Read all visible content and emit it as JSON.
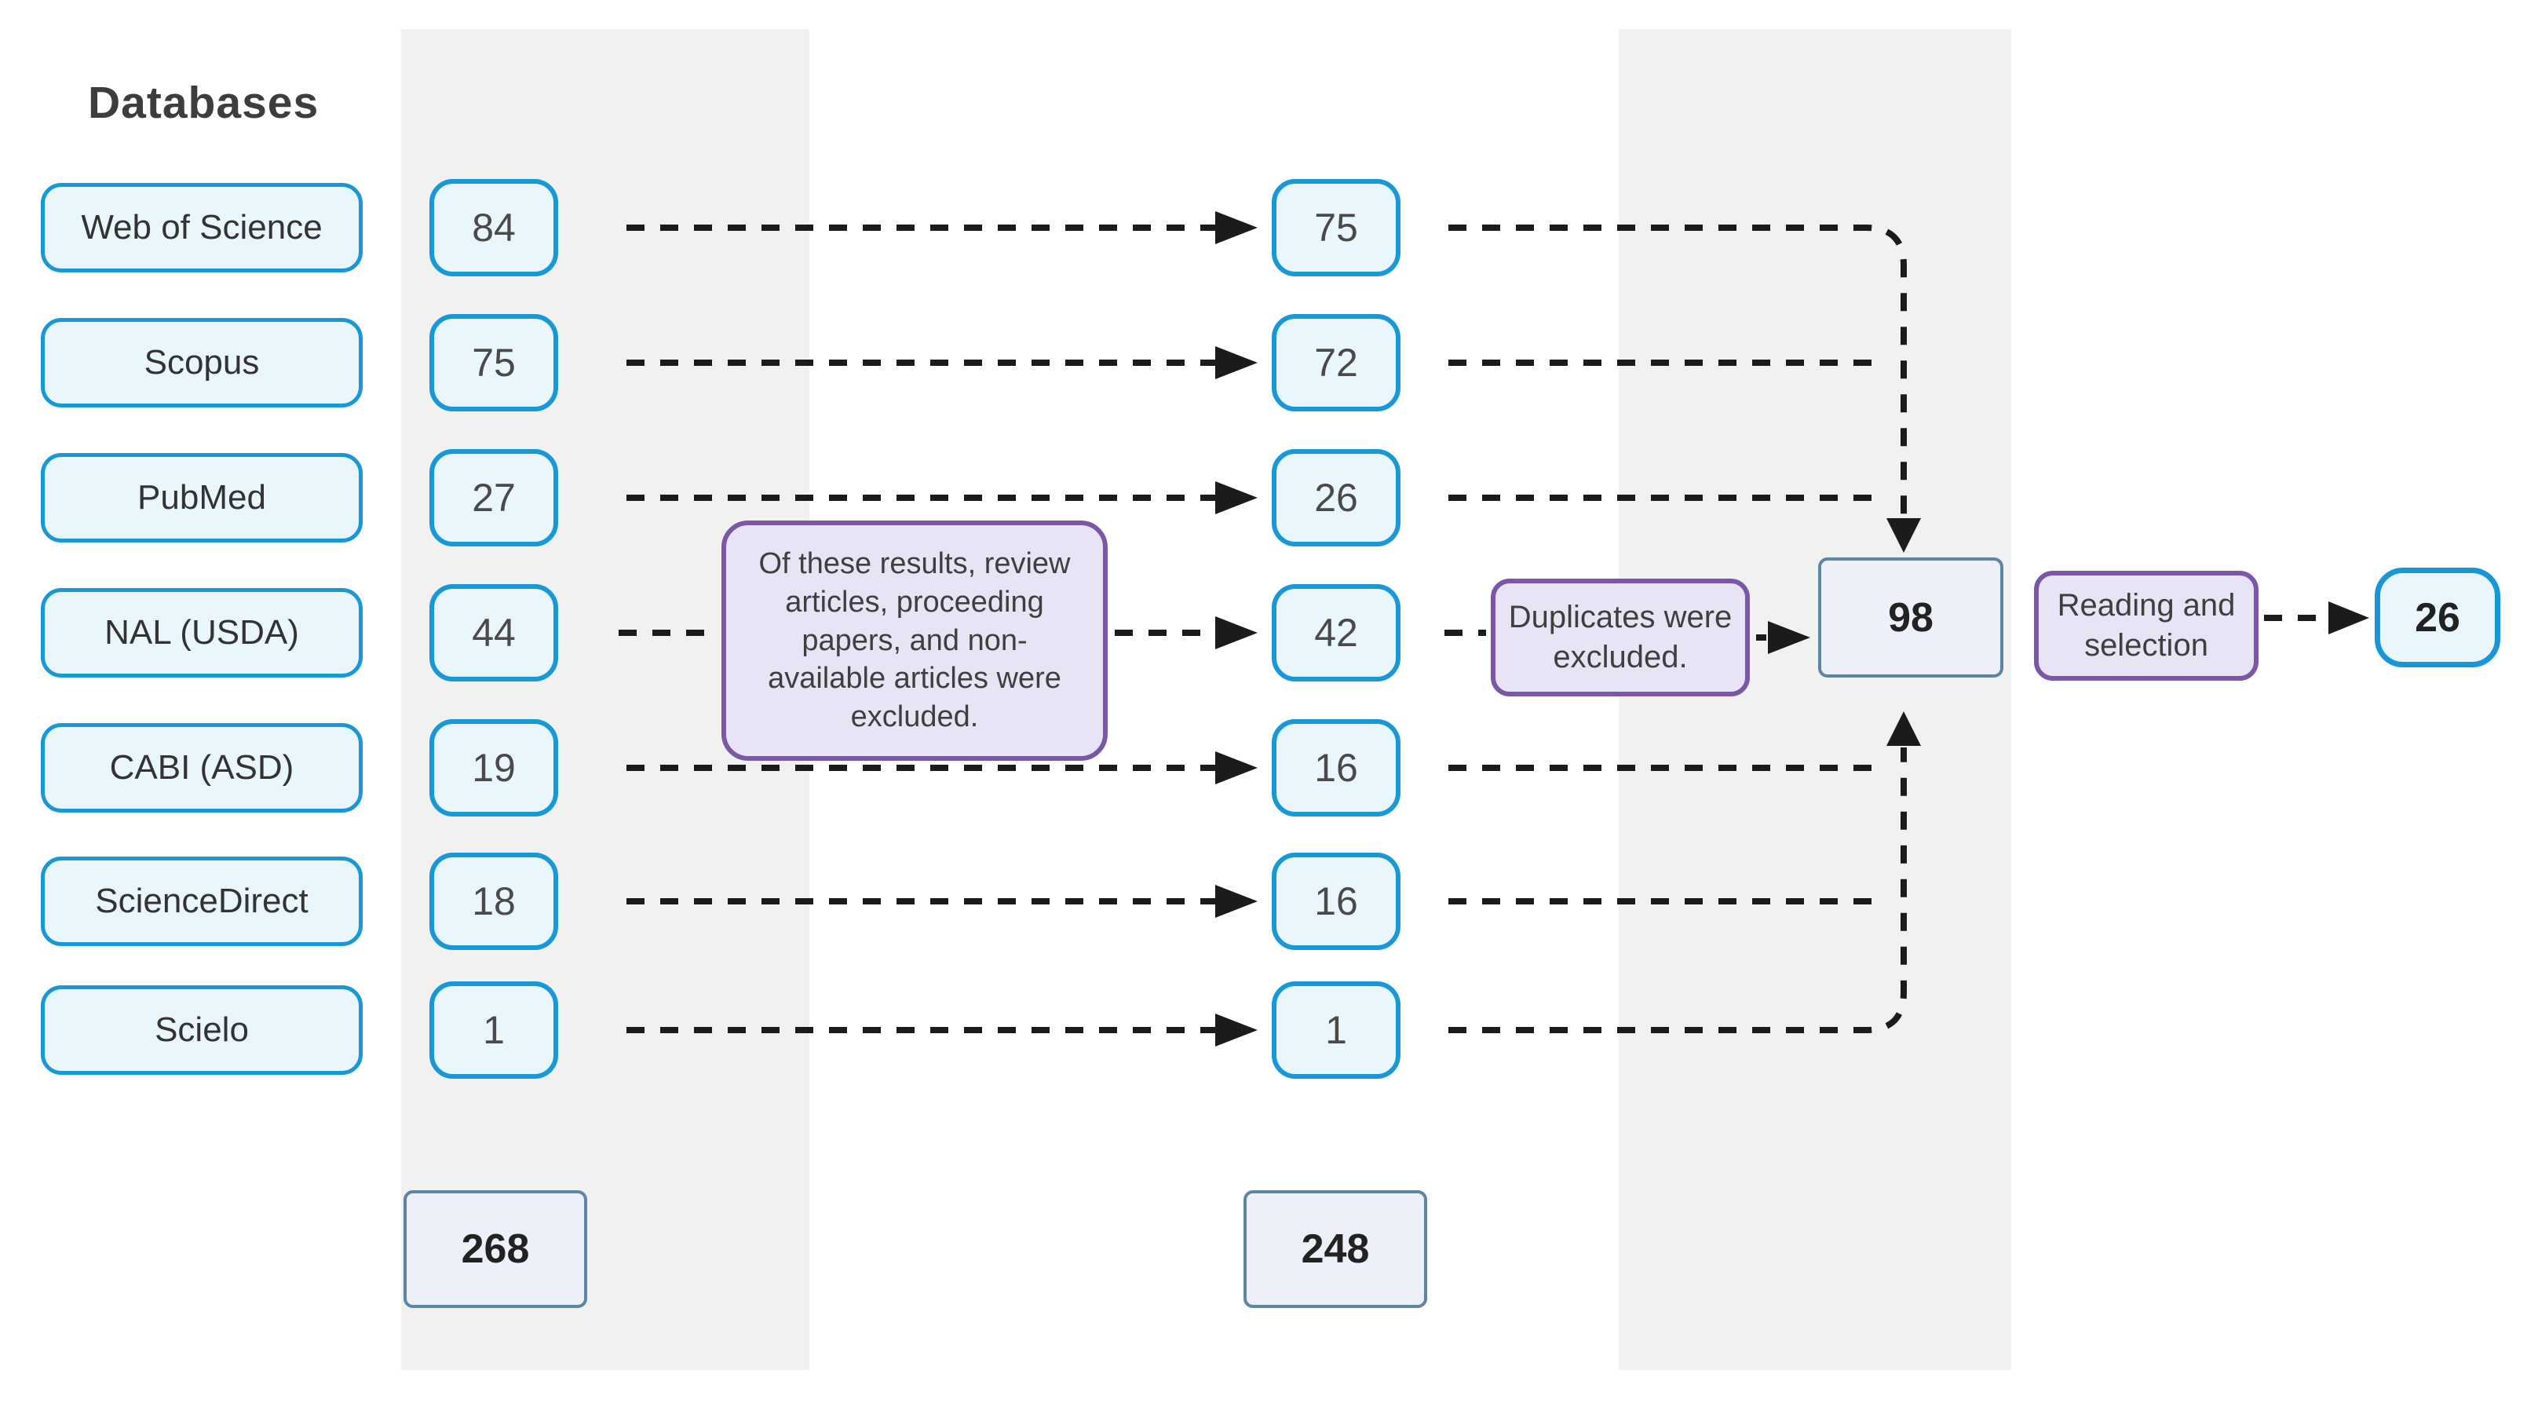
{
  "title": "Databases",
  "rows": [
    {
      "database": "Web of Science",
      "initial": "84",
      "after_exclusion": "75"
    },
    {
      "database": "Scopus",
      "initial": "75",
      "after_exclusion": "72"
    },
    {
      "database": "PubMed",
      "initial": "27",
      "after_exclusion": "26"
    },
    {
      "database": "NAL (USDA)",
      "initial": "44",
      "after_exclusion": "42"
    },
    {
      "database": "CABI (ASD)",
      "initial": "19",
      "after_exclusion": "16"
    },
    {
      "database": "ScienceDirect",
      "initial": "18",
      "after_exclusion": "16"
    },
    {
      "database": "Scielo",
      "initial": "1",
      "after_exclusion": "1"
    }
  ],
  "totals": {
    "initial": "268",
    "after_exclusion": "248",
    "after_duplicates": "98",
    "final_selected": "26"
  },
  "annotations": {
    "exclusion_note": "Of these results, review articles, proceeding papers, and non-available articles were excluded.",
    "duplicates_note": "Duplicates were excluded.",
    "selection_note": "Reading and selection"
  },
  "colors": {
    "cyan_border": "#1898D6",
    "cyan_fill": "#E9F6FC",
    "steel_border": "#5E86A2",
    "steel_fill": "#EDF0F9",
    "purple_border": "#7A57A7",
    "purple_fill": "#E8E4F5",
    "band_gray": "#F1F1F1",
    "line_black": "#1b1b1b"
  }
}
